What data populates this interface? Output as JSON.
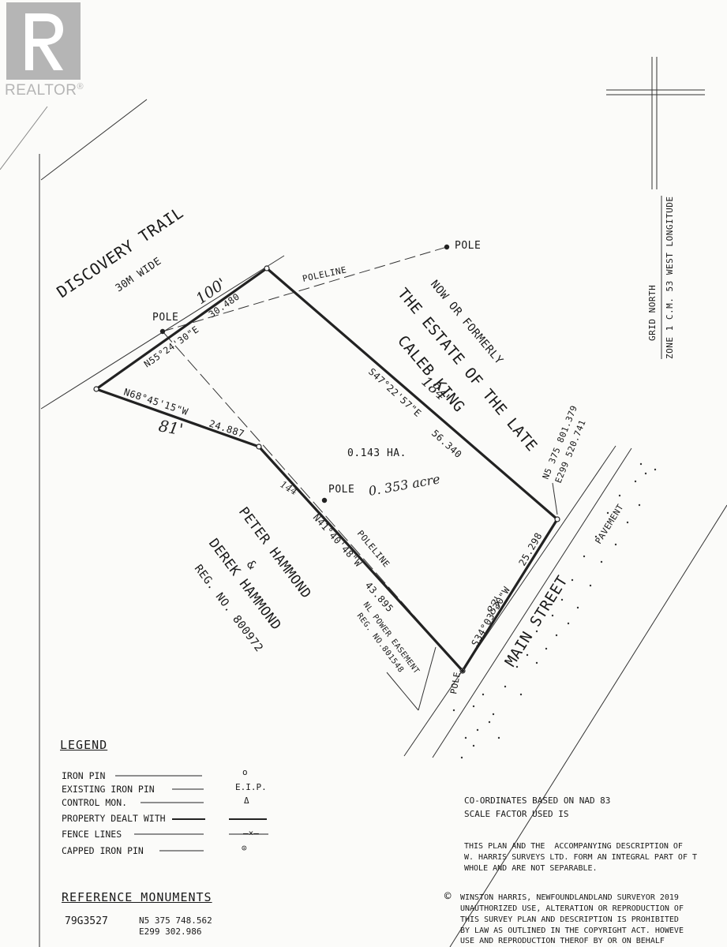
{
  "watermark": {
    "brand": "REALTOR",
    "mark": "®"
  },
  "roads": {
    "trail_name": "DISCOVERY TRAIL",
    "trail_width": "30M WIDE",
    "street_name": "MAIN STREET",
    "street_surface": "PAVEMENT"
  },
  "owners": {
    "north_line1": "NOW OR FORMERLY",
    "north_line2": "THE ESTATE OF THE LATE",
    "north_line3": "CALEB KING",
    "south_line1": "PETER HAMMOND",
    "south_line2": "&",
    "south_line3": "DEREK HAMMOND",
    "south_line4": "REG. NO. 800972"
  },
  "parcel": {
    "area": "0.143 HA.",
    "area_handwritten": "0. 353 acre"
  },
  "bearings": {
    "b1": "N55°24'30\"E",
    "d1": "30.480",
    "d1_hand": "100'",
    "b2": "S47°22'57\"E",
    "d2": "56.340",
    "d2_hand": "184'",
    "b3": "S34°03'30\"W",
    "d3": "25.298",
    "d3_hand": "83'",
    "b4": "N41°40'48\"W",
    "d4": "43.895",
    "d4_hand": "144'",
    "b5": "N68°45'15\"W",
    "d5": "24.887",
    "d5_hand": "81'"
  },
  "features": {
    "pole": "POLE",
    "poleline": "POLELINE",
    "easement_line1": "NL POWER EASEMENT",
    "easement_line2": "REG. NO.801548"
  },
  "corner_coords": {
    "n": "N5 375 801.379",
    "e": "E299 520.741"
  },
  "north_arrow": {
    "line1": "GRID NORTH",
    "line2": "ZONE 1 C.M. 53 WEST LONGITUDE"
  },
  "legend": {
    "title": "LEGEND",
    "rows": [
      {
        "label": "IRON PIN",
        "symbol": "o"
      },
      {
        "label": "EXISTING IRON PIN",
        "symbol": "E.I.P."
      },
      {
        "label": "CONTROL MON.",
        "symbol": "Δ"
      },
      {
        "label": "PROPERTY DEALT WITH",
        "symbol": ""
      },
      {
        "label": "FENCE LINES",
        "symbol": "—×—"
      },
      {
        "label": "CAPPED IRON PIN",
        "symbol": "⊙"
      }
    ]
  },
  "reference": {
    "title": "REFERENCE MONUMENTS",
    "id": "79G3527",
    "n": "N5 375 748.562",
    "e": "E299 302.986"
  },
  "notes": {
    "coords_line1": "CO-ORDINATES BASED ON NAD 83",
    "coords_line2": "SCALE FACTOR USED IS",
    "plan_line1": "THIS PLAN AND THE  ACCOMPANYING DESCRIPTION OF",
    "plan_line2": "W. HARRIS SURVEYS LTD. FORM AN INTEGRAL PART OF T",
    "plan_line3": "WHOLE AND ARE NOT SEPARABLE.",
    "copy_symbol": "©",
    "copy_line1": "WINSTON HARRIS, NEWFOUNDLANDLAND SURVEYOR 2019",
    "copy_line2": "UNAUTHORIZED USE, ALTERATION OR REPRODUCTION OF",
    "copy_line3": "THIS SURVEY PLAN AND DESCRIPTION IS PROHIBITED",
    "copy_line4": "BY LAW AS OUTLINED IN THE COPYRIGHT ACT. HOWEVE",
    "copy_line5": "USE AND REPRODUCTION THEROF BY OR ON BEHALF"
  }
}
